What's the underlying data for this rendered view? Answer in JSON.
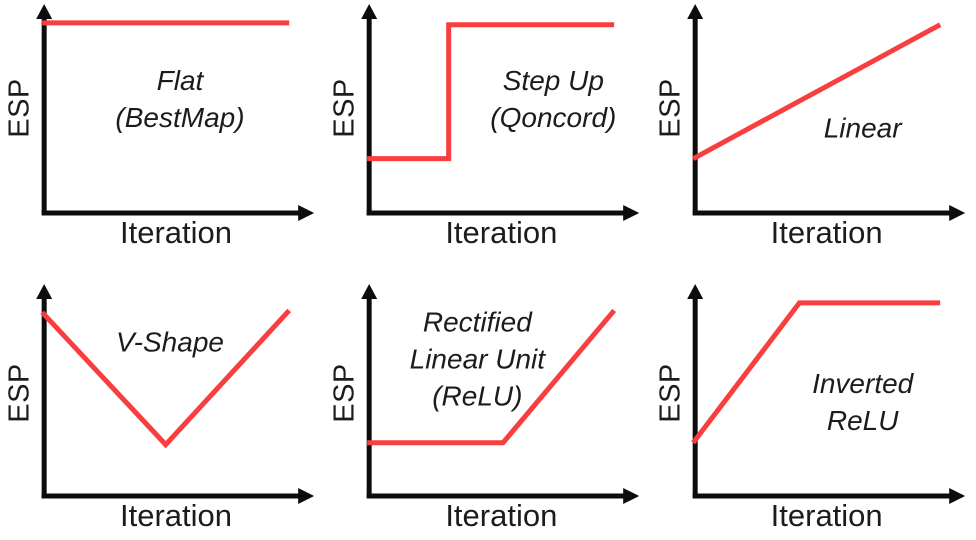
{
  "colors": {
    "line": "#f83e3e",
    "axis": "#0d0d0d",
    "text": "#1c1c1c",
    "background": "#ffffff"
  },
  "axis_labels": {
    "x": "Iteration",
    "y": "ESP"
  },
  "panels": [
    {
      "id": "flat",
      "label": "Flat\n(BestMap)",
      "shape": {
        "points": [
          [
            0,
            0.99
          ],
          [
            1,
            0.99
          ]
        ]
      }
    },
    {
      "id": "step-up",
      "label": "Step Up\n(Qoncord)",
      "shape": {
        "points": [
          [
            0,
            0.26
          ],
          [
            0.33,
            0.26
          ],
          [
            0.33,
            0.98
          ],
          [
            1,
            0.98
          ]
        ]
      }
    },
    {
      "id": "linear",
      "label": "Linear",
      "shape": {
        "points": [
          [
            0,
            0.26
          ],
          [
            1,
            0.98
          ]
        ]
      }
    },
    {
      "id": "v-shape",
      "label": "V-Shape",
      "shape": {
        "points": [
          [
            0,
            0.94
          ],
          [
            0.5,
            0.24
          ],
          [
            1,
            0.95
          ]
        ]
      }
    },
    {
      "id": "relu",
      "label": "Rectified\nLinear Unit\n(ReLU)",
      "shape": {
        "points": [
          [
            0,
            0.25
          ],
          [
            0.55,
            0.25
          ],
          [
            1,
            0.95
          ]
        ]
      }
    },
    {
      "id": "inverted-relu",
      "label": "Inverted\nReLU",
      "shape": {
        "points": [
          [
            0,
            0.25
          ],
          [
            0.43,
            0.99
          ],
          [
            1,
            0.99
          ]
        ]
      }
    }
  ],
  "chart_data": [
    {
      "type": "line",
      "title": "Flat (BestMap)",
      "xlabel": "Iteration",
      "ylabel": "ESP",
      "x": [
        0,
        1
      ],
      "y": [
        0.99,
        0.99
      ],
      "units": "normalized 0-1; schematic axes, no tick marks",
      "line_color": "#f83e3e"
    },
    {
      "type": "line",
      "title": "Step Up (Qoncord)",
      "xlabel": "Iteration",
      "ylabel": "ESP",
      "x": [
        0,
        0.33,
        0.33,
        1
      ],
      "y": [
        0.26,
        0.26,
        0.98,
        0.98
      ],
      "units": "normalized 0-1; schematic axes, no tick marks",
      "line_color": "#f83e3e"
    },
    {
      "type": "line",
      "title": "Linear",
      "xlabel": "Iteration",
      "ylabel": "ESP",
      "x": [
        0,
        1
      ],
      "y": [
        0.26,
        0.98
      ],
      "units": "normalized 0-1; schematic axes, no tick marks",
      "line_color": "#f83e3e"
    },
    {
      "type": "line",
      "title": "V-Shape",
      "xlabel": "Iteration",
      "ylabel": "ESP",
      "x": [
        0,
        0.5,
        1
      ],
      "y": [
        0.94,
        0.24,
        0.95
      ],
      "units": "normalized 0-1; schematic axes, no tick marks",
      "line_color": "#f83e3e"
    },
    {
      "type": "line",
      "title": "Rectified Linear Unit (ReLU)",
      "xlabel": "Iteration",
      "ylabel": "ESP",
      "x": [
        0,
        0.55,
        1
      ],
      "y": [
        0.25,
        0.25,
        0.95
      ],
      "units": "normalized 0-1; schematic axes, no tick marks",
      "line_color": "#f83e3e"
    },
    {
      "type": "line",
      "title": "Inverted ReLU",
      "xlabel": "Iteration",
      "ylabel": "ESP",
      "x": [
        0,
        0.43,
        1
      ],
      "y": [
        0.25,
        0.99,
        0.99
      ],
      "units": "normalized 0-1; schematic axes, no tick marks",
      "line_color": "#f83e3e"
    }
  ]
}
